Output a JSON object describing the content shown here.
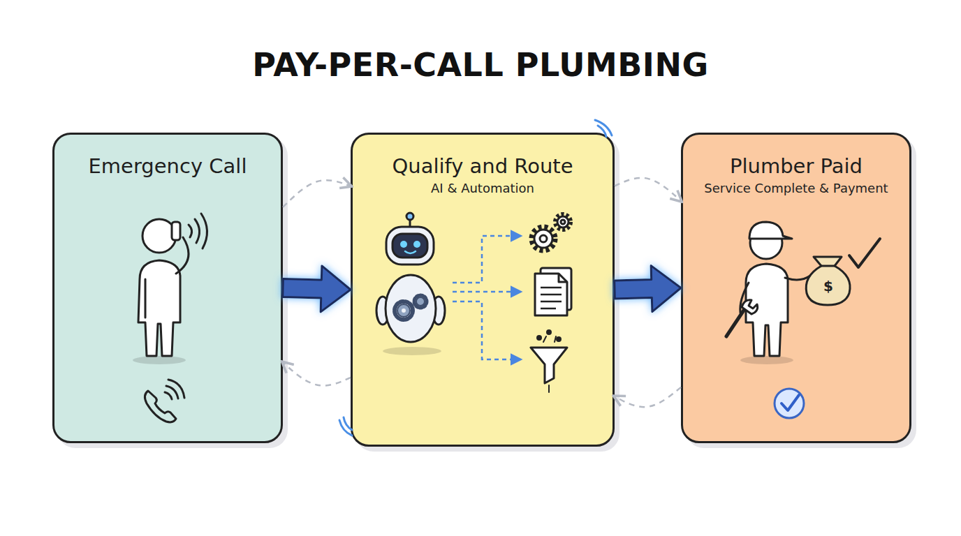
{
  "diagram": {
    "title": "PAY-PER-CALL PLUMBING",
    "nodes": [
      {
        "text": [
          "Emergency Call"
        ]
      },
      {
        "text": [
          "Qualify and Route",
          "AI & Automation"
        ]
      },
      {
        "text": [
          "Plumber Paid",
          "Service Complete & Payment"
        ]
      }
    ],
    "edges": [
      {
        "from": 0,
        "to": 1,
        "arrow": "to"
      },
      {
        "from": 1,
        "to": 2,
        "arrow": "to"
      },
      {
        "from": 0,
        "to": 1,
        "arrow": "to"
      },
      {
        "from": 1,
        "to": 2,
        "arrow": "to"
      },
      {
        "from": 1,
        "to": 0,
        "arrow": "to"
      },
      {
        "from": 2,
        "to": 1,
        "arrow": "to"
      }
    ],
    "labels": [
      "$"
    ]
  }
}
